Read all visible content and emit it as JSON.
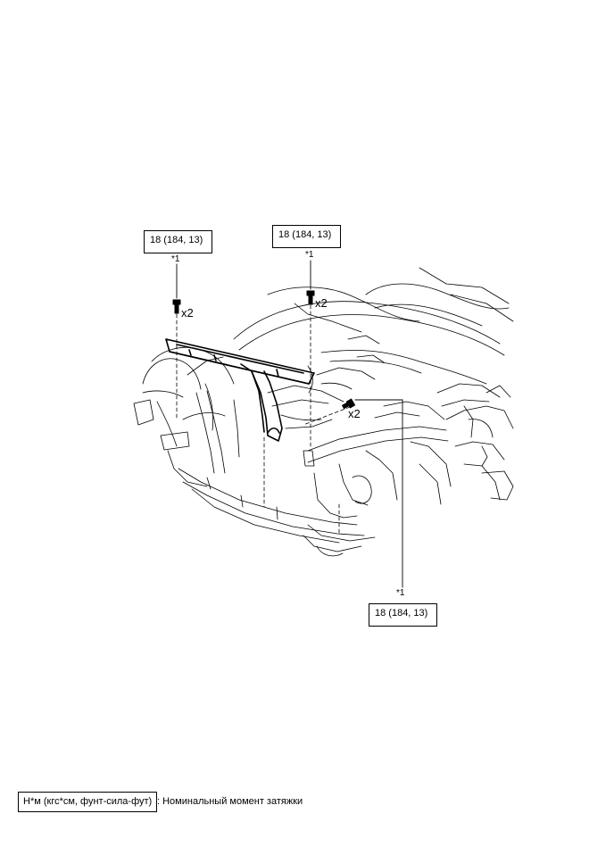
{
  "torque_labels": [
    {
      "value": "18 (184, 13)",
      "callout": "*1",
      "quantity": "x2"
    },
    {
      "value": "18 (184, 13)",
      "callout": "*1",
      "quantity": "x2"
    },
    {
      "value": "18 (184, 13)",
      "callout": "*1",
      "quantity": "x2"
    }
  ],
  "legend": {
    "unit_label": "Н*м (кгс*см, фунт-сила-фут)",
    "description": ": Номинальный момент затяжки"
  },
  "colors": {
    "line": "#000000",
    "background": "#ffffff"
  },
  "icons": [
    "bolt-icon"
  ]
}
